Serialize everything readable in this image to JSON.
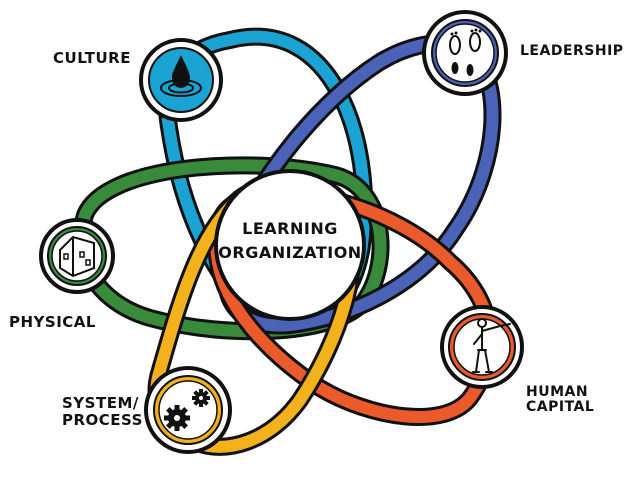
{
  "center": {
    "line1": "Learning",
    "line2": "Organization"
  },
  "nodes": {
    "culture": {
      "label": "Culture",
      "color": "#1ba3d3",
      "icon": "water-drop-icon"
    },
    "leadership": {
      "label": "Leadership",
      "color": "#4a63b8",
      "icon": "footprints-icon"
    },
    "physical": {
      "label": "Physical",
      "color": "#3a8a3c",
      "icon": "building-cube-icon"
    },
    "system": {
      "line1": "System/",
      "line2": "Process",
      "color": "#f3b21b",
      "icon": "gears-icon"
    },
    "human": {
      "line1": "Human",
      "line2": "Capital",
      "color": "#ea5a2b",
      "icon": "person-pointing-icon"
    }
  }
}
